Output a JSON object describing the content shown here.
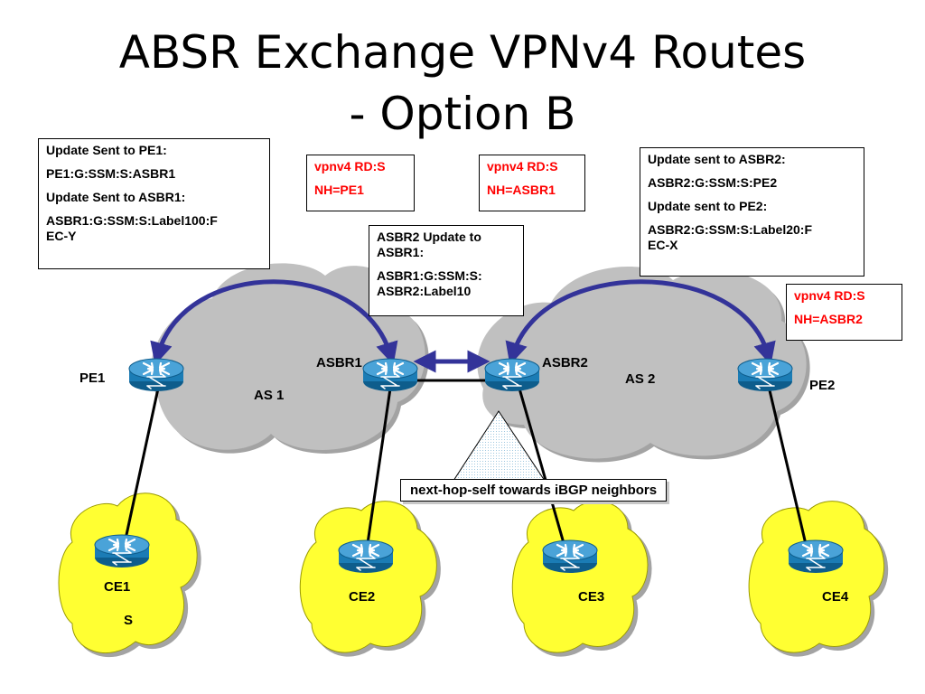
{
  "title": {
    "line1": "ABSR Exchange VPNv4 Routes",
    "line2": "- Option B"
  },
  "boxes": {
    "pe1_update": {
      "lines": [
        "Update Sent to PE1:",
        "PE1:G:SSM:S:ASBR1",
        "Update Sent to ASBR1:",
        "ASBR1:G:SSM:S:Label100:F\nEC-Y"
      ]
    },
    "vpnv4_pe1": {
      "lines": [
        "vpnv4 RD:S",
        "NH=PE1"
      ]
    },
    "vpnv4_asbr1": {
      "lines": [
        "vpnv4 RD:S",
        "NH=ASBR1"
      ]
    },
    "asbr2_update": {
      "lines": [
        "ASBR2 Update  to\nASBR1:",
        "ASBR1:G:SSM:S:\nASBR2:Label10"
      ]
    },
    "asbr2_sent": {
      "lines": [
        "Update sent to ASBR2:",
        "ASBR2:G:SSM:S:PE2",
        "Update sent to PE2:",
        "ASBR2:G:SSM:S:Label20:F\nEC-X"
      ]
    },
    "vpnv4_asbr2": {
      "lines": [
        "vpnv4 RD:S",
        "NH=ASBR2"
      ]
    }
  },
  "labels": {
    "pe1": "PE1",
    "asbr1": "ASBR1",
    "asbr2": "ASBR2",
    "pe2": "PE2",
    "as1": "AS 1",
    "as2": "AS 2",
    "ce1": "CE1",
    "ce2": "CE2",
    "ce3": "CE3",
    "ce4": "CE4",
    "s": "S"
  },
  "callout": "next-hop-self towards iBGP neighbors",
  "colors": {
    "cloud": "#c0c0c0",
    "site": "#ffff33",
    "router": "#1b7cb5",
    "arrow": "#333399",
    "text_red": "#ff0000"
  },
  "icons": {
    "router": "router-icon",
    "cloud": "cloud-icon"
  }
}
